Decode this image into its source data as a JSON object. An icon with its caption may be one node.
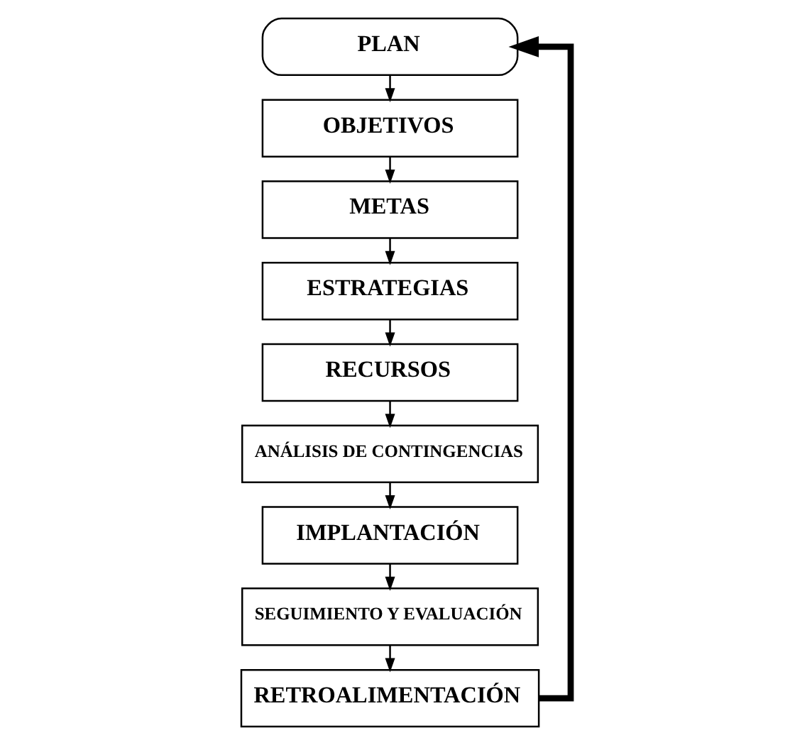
{
  "diagram": {
    "nodes": [
      {
        "text": [
          "PLAN"
        ]
      },
      {
        "text": [
          "OBJETIVOS"
        ]
      },
      {
        "text": [
          "METAS"
        ]
      },
      {
        "text": [
          "ESTRATEGIAS"
        ]
      },
      {
        "text": [
          "RECURSOS"
        ]
      },
      {
        "text": [
          "ANÁLISIS DE CONTINGENCIAS"
        ]
      },
      {
        "text": [
          "IMPLANTACIÓN"
        ]
      },
      {
        "text": [
          "SEGUIMIENTO Y EVALUACIÓN"
        ]
      },
      {
        "text": [
          "RETROALIMENTACIÓN"
        ]
      }
    ],
    "edges": [
      {
        "from": 0,
        "to": 1,
        "arrow": "to"
      },
      {
        "from": 1,
        "to": 2,
        "arrow": "to"
      },
      {
        "from": 2,
        "to": 3,
        "arrow": "to"
      },
      {
        "from": 3,
        "to": 4,
        "arrow": "to"
      },
      {
        "from": 4,
        "to": 5,
        "arrow": "to"
      },
      {
        "from": 5,
        "to": 6,
        "arrow": "to"
      },
      {
        "from": 6,
        "to": 7,
        "arrow": "to"
      },
      {
        "from": 7,
        "to": 8,
        "arrow": "to"
      },
      {
        "from": 8,
        "to": 0,
        "arrow": "to",
        "style": "thick"
      }
    ]
  }
}
